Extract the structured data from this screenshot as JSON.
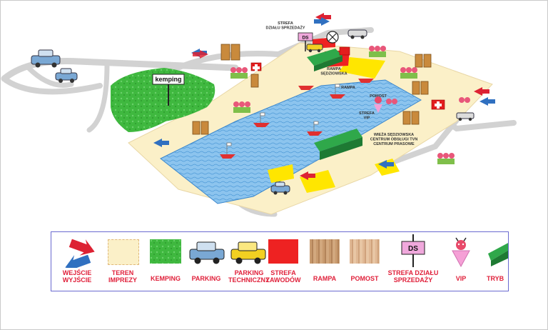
{
  "map": {
    "labels": {
      "kemping_sign": "kemping",
      "ds_sign": "DS",
      "strefa_dzialu": "STREFA\nDZIAŁU SPRZEDAŻY",
      "rampa_sedziowska": "RAMPA\nSĘDZIOWSKA",
      "rampa": "RAMPA",
      "pomost": "POMOST",
      "strefa_vip": "STREFA\nVIP",
      "wieza": "WIEŻA SĘDZIOWSKA\nCENTRUM OBSŁUGI TVN\nCENTRUM PRASOWE"
    }
  },
  "legend": {
    "items": [
      {
        "id": "wejscie",
        "label": "WEJŚCIE\nWYJŚCIE"
      },
      {
        "id": "teren",
        "label": "TEREN\nIMPREZY"
      },
      {
        "id": "kemping",
        "label": "KEMPING"
      },
      {
        "id": "parking",
        "label": "PARKING"
      },
      {
        "id": "parking-tech",
        "label": "PARKING\nTECHNICZNY"
      },
      {
        "id": "strefa-zawodow",
        "label": "STREFA\nZAWODÓW"
      },
      {
        "id": "rampa",
        "label": "RAMPA"
      },
      {
        "id": "pomost",
        "label": "POMOST"
      },
      {
        "id": "strefa-dzialu",
        "label": "STREFA DZIAŁU\nSPRZEDAŻY",
        "sign": "DS"
      },
      {
        "id": "vip",
        "label": "VIP"
      },
      {
        "id": "trybuna",
        "label": "TRYB"
      }
    ]
  },
  "colors": {
    "water": "#8cc4ee",
    "grass": "#3fb83f",
    "sand": "#fbf0c8",
    "road": "#d8d8d8",
    "zone_red": "#ee2222",
    "yellow": "#ffe600",
    "arrow_red": "#dd2233",
    "arrow_blue": "#3070c0"
  }
}
